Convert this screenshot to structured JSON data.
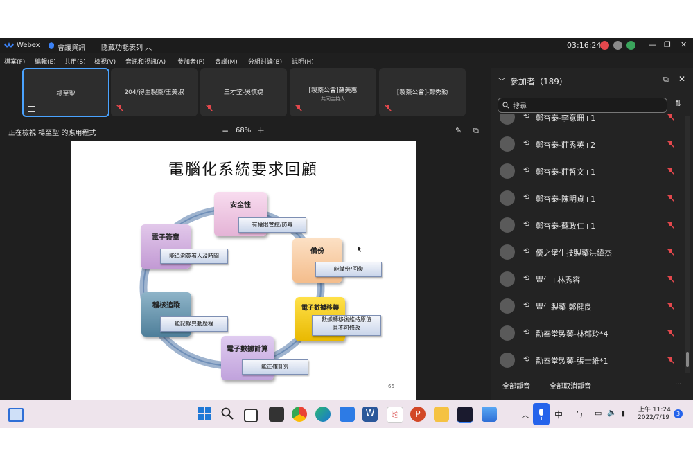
{
  "titlebar": {
    "app_name": "Webex",
    "meeting_info": "會議資訊",
    "hidden_menu": "隱藏功能表列",
    "clock": "03:16:24"
  },
  "menu": [
    "檔案(F)",
    "編輯(E)",
    "共用(S)",
    "檢視(V)",
    "音訊和視訊(A)",
    "參加者(P)",
    "會議(M)",
    "分組討論(B)",
    "說明(H)"
  ],
  "tiles": [
    {
      "name": "楊至聖",
      "sub": ""
    },
    {
      "name": "204/得生製藥/王美淑",
      "sub": ""
    },
    {
      "name": "三才堂-吳慎婕",
      "sub": ""
    },
    {
      "name": "[製藥公會]蘇美惠",
      "sub": "共同主持人"
    },
    {
      "name": "[製藥公會]-鄭秀勤",
      "sub": ""
    }
  ],
  "viewbar": {
    "viewing": "正在檢視 楊至聖 的應用程式",
    "zoom": "68%",
    "zoom_minus": "−",
    "zoom_plus": "+"
  },
  "slide": {
    "title": "電腦化系統要求回顧",
    "page_number": "66",
    "nodes": [
      {
        "label": "安全性",
        "note": "有權限管控/防毒"
      },
      {
        "label": "備份",
        "note": "能備份/回復"
      },
      {
        "label": "電子數據移轉",
        "note": "數據轉移後維持原值\n且不可修改"
      },
      {
        "label": "電子數據計算",
        "note": "能正確計算"
      },
      {
        "label": "稽核追蹤",
        "note": "能記錄異動歷程"
      },
      {
        "label": "電子簽章",
        "note": "能追溯簽署人及時間"
      }
    ]
  },
  "panel": {
    "title": "參加者（189）",
    "search_placeholder": "搜尋",
    "participants": [
      "鄭杏泰-李意珊+1",
      "鄭杏泰-莊秀英+2",
      "鄭杏泰-莊哲文+1",
      "鄭杏泰-陳明貞+1",
      "鄭杏泰-蘇政仁+1",
      "優之堡生技製藥洪緯杰",
      "豐生+林秀容",
      "豐生製藥 鄭健良",
      "勸奉堂製藥-林郁玲*4",
      "勸奉堂製藥-張士維*1"
    ],
    "mute_all": "全部靜音",
    "unmute_all": "全部取消靜音",
    "more": "..."
  },
  "taskbar": {
    "ime": "中",
    "ime2": "ㄅ",
    "time": "上午 11:24",
    "date": "2022/7/19",
    "notif_count": "3"
  }
}
